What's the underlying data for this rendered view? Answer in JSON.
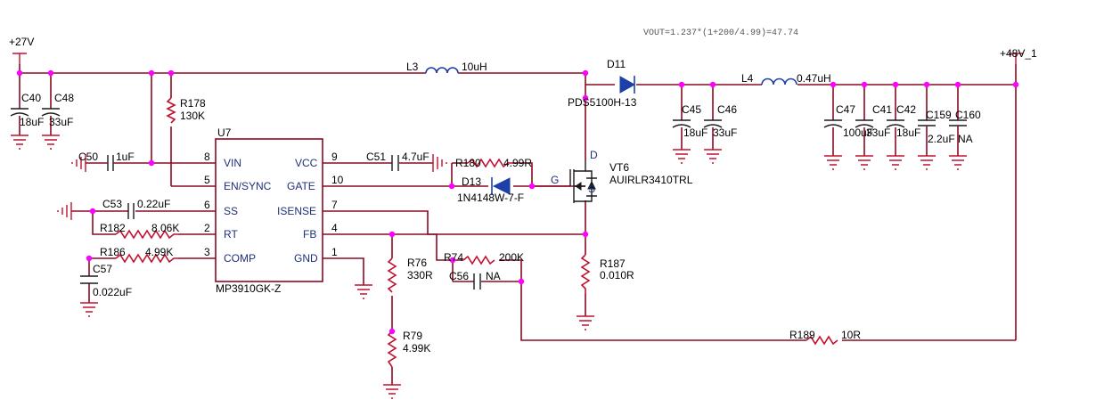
{
  "formula": "VOUT=1.237*(1+200/4.99)=47.74",
  "nets": {
    "vin": "+27V",
    "vout": "+48V_1"
  },
  "ic": {
    "ref": "U7",
    "part": "MP3910GK-Z",
    "left_pins": [
      {
        "num": "8",
        "name": "VIN"
      },
      {
        "num": "5",
        "name": "EN/SYNC"
      },
      {
        "num": "6",
        "name": "SS"
      },
      {
        "num": "2",
        "name": "RT"
      },
      {
        "num": "3",
        "name": "COMP"
      }
    ],
    "right_pins": [
      {
        "num": "9",
        "name": "VCC"
      },
      {
        "num": "10",
        "name": "GATE"
      },
      {
        "num": "7",
        "name": "ISENSE"
      },
      {
        "num": "4",
        "name": "FB"
      },
      {
        "num": "1",
        "name": "GND"
      }
    ]
  },
  "components": {
    "C40": {
      "ref": "C40",
      "value": "18uF"
    },
    "C48": {
      "ref": "C48",
      "value": "33uF"
    },
    "R178": {
      "ref": "R178",
      "value": "130K"
    },
    "C50": {
      "ref": "C50",
      "value": "1uF"
    },
    "C53": {
      "ref": "C53",
      "value": "0.22uF"
    },
    "R182": {
      "ref": "R182",
      "value": "8.06K"
    },
    "R186": {
      "ref": "R186",
      "value": "4.99K"
    },
    "C57": {
      "ref": "C57",
      "value": "0.022uF"
    },
    "L3": {
      "ref": "L3",
      "value": "10uH"
    },
    "C51": {
      "ref": "C51",
      "value": "4.7uF"
    },
    "R180": {
      "ref": "R180",
      "value": "4.99R"
    },
    "D13": {
      "ref": "D13",
      "value": "1N4148W-7-F"
    },
    "VT6": {
      "ref": "VT6",
      "value": "AUIRLR3410TRL",
      "gate": "G",
      "drain": "D",
      "source": "S"
    },
    "R187": {
      "ref": "R187",
      "value": "0.010R"
    },
    "R76": {
      "ref": "R76",
      "value": "330R"
    },
    "R79": {
      "ref": "R79",
      "value": "4.99K"
    },
    "R74": {
      "ref": "R74",
      "value": "200K"
    },
    "C56": {
      "ref": "C56",
      "value": "NA"
    },
    "R189": {
      "ref": "R189",
      "value": "10R"
    },
    "D11": {
      "ref": "D11",
      "value": "PDS5100H-13"
    },
    "C45": {
      "ref": "C45",
      "value": "18uF"
    },
    "C46": {
      "ref": "C46",
      "value": "33uF"
    },
    "L4": {
      "ref": "L4",
      "value": "0.47uH"
    },
    "C47": {
      "ref": "C47",
      "value": "100uF"
    },
    "C41": {
      "ref": "C41",
      "value": "33uF"
    },
    "C42": {
      "ref": "C42",
      "value": "18uF"
    },
    "C159": {
      "ref": "C159",
      "value": "2.2uF"
    },
    "C160": {
      "ref": "C160",
      "value": "NA"
    }
  }
}
